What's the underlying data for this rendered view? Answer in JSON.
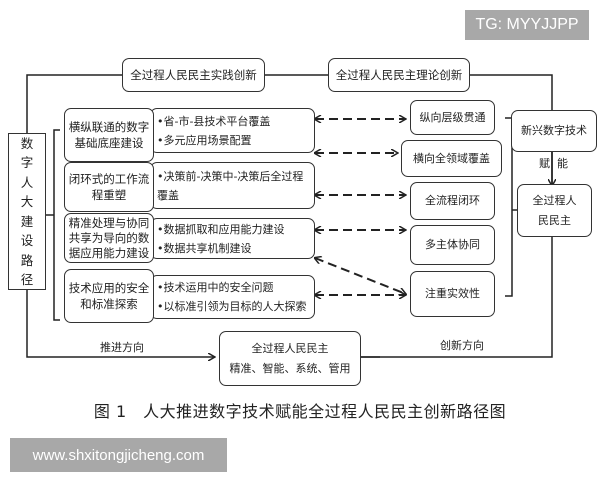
{
  "watermarks": {
    "top_right": "TG: MYYJJPP",
    "bottom_left": "www.shxitongjicheng.com"
  },
  "top_boxes": {
    "practice": "全过程人民民主实践创新",
    "theory": "全过程人民民主理论创新"
  },
  "left_title": [
    "数",
    "字",
    "人",
    "大",
    "建",
    "设",
    "路",
    "径"
  ],
  "categories": [
    {
      "title": "横纵联通的数字基础底座建设",
      "items": [
        "•省-市-县技术平台覆盖",
        "•多元应用场景配置"
      ]
    },
    {
      "title": "闭环式的工作流程重塑",
      "items": [
        "•决策前-决策中-决策后全过程",
        "覆盖"
      ]
    },
    {
      "title": "精准处理与协同共享为导向的数据应用能力建设",
      "items": [
        "•数据抓取和应用能力建设",
        "•数据共享机制建设"
      ]
    },
    {
      "title": "技术应用的安全和标准探索",
      "items": [
        "•技术运用中的安全问题",
        "•以标准引领为目标的人大探索"
      ]
    }
  ],
  "category_title_lines": [
    [
      "横纵联通的数字",
      "基础底座建设"
    ],
    [
      "闭环式的工作流",
      "程重塑"
    ],
    [
      "精准处理与协同",
      "共享为导向的数",
      "据应用能力建设"
    ],
    [
      "技术应用的安全",
      "和标准探索"
    ]
  ],
  "features": [
    "纵向层级贯通",
    "横向全领域覆盖",
    "全流程闭环",
    "多主体协同",
    "注重实效性"
  ],
  "right_column": {
    "tech": "新兴数字技术",
    "empower_label": "赋  能",
    "democracy_line1": "全过程人",
    "democracy_line2": "民民主"
  },
  "bottom": {
    "box_line1": "全过程人民民主",
    "box_line2": "精准、智能、系统、管用",
    "left_arrow_label": "推进方向",
    "right_arrow_label": "创新方向"
  },
  "caption": "图 1　人大推进数字技术赋能全过程人民民主创新路径图",
  "colors": {
    "line": "#222222",
    "box_border": "#333333",
    "watermark_bg": "#a8a8a8",
    "watermark_text": "#ffffff"
  }
}
